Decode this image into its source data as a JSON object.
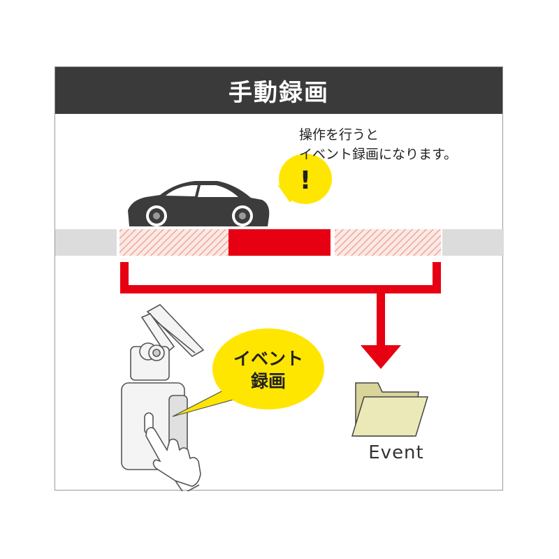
{
  "title": "手動録画",
  "note": {
    "line1": "操作を行うと",
    "line2": "イベント録画になります。"
  },
  "alert_bubble": {
    "mark": "!"
  },
  "event_bubble": {
    "line1": "イベント",
    "line2": "録画"
  },
  "folder": {
    "label": "Event"
  },
  "colors": {
    "title_bar": "#3a3a3a",
    "accent_red": "#e60012",
    "bubble_yellow": "#ffe600",
    "timeline_gray": "#dcdcdc",
    "folder": "#e8e5b0"
  },
  "icons": [
    "car-icon",
    "dashcam-icon",
    "pointing-hand-icon",
    "folder-icon",
    "down-arrow-icon"
  ]
}
